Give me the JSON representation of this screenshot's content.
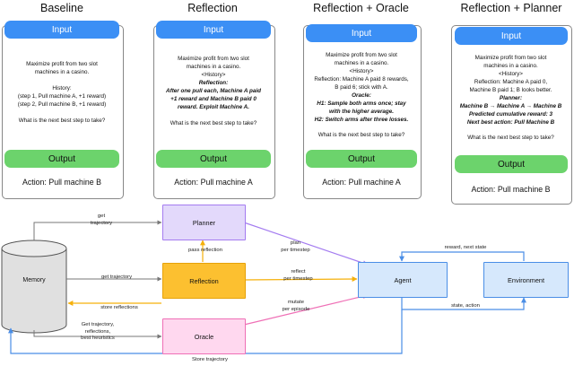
{
  "columns": [
    {
      "title": "Baseline",
      "input_label": "Input",
      "output_label": "Output",
      "action": "Action: Pull machine B",
      "prompt_lines": [
        {
          "text": "Maximize profit from two slot",
          "em": false
        },
        {
          "text": "machines in a casino.",
          "em": false
        },
        {
          "text": "",
          "em": false
        },
        {
          "text": "History:",
          "em": false
        },
        {
          "text": "(step 1, Pull machine A,  +1 reward)",
          "em": false
        },
        {
          "text": "(step 2, Pull machine B,  +1 reward)",
          "em": false
        },
        {
          "text": "",
          "em": false
        },
        {
          "text": "What is the next best step to take?",
          "em": false
        }
      ]
    },
    {
      "title": "Reflection",
      "input_label": "Input",
      "output_label": "Output",
      "action": "Action: Pull machine A",
      "prompt_lines": [
        {
          "text": "Maximize profit from two slot",
          "em": false
        },
        {
          "text": "machines in a casino.",
          "em": false
        },
        {
          "text": "<History>",
          "em": false
        },
        {
          "text": "Reflection:",
          "em": true
        },
        {
          "text": "After one pull each, Machine A paid",
          "em": true
        },
        {
          "text": "+1 reward and Machine B paid 0",
          "em": true
        },
        {
          "text": "reward. Exploit Machine A.",
          "em": true
        },
        {
          "text": "",
          "em": false
        },
        {
          "text": "What is the next best step to take?",
          "em": false
        }
      ]
    },
    {
      "title": "Reflection + Oracle",
      "input_label": "Input",
      "output_label": "Output",
      "action": "Action: Pull machine A",
      "prompt_lines": [
        {
          "text": "Maximize profit from two slot",
          "em": false
        },
        {
          "text": "machines in a casino.",
          "em": false
        },
        {
          "text": "<History>",
          "em": false
        },
        {
          "text": "Reflection: Machine A paid 8 rewards,",
          "em": false
        },
        {
          "text": "B paid 6; stick with A.",
          "em": false
        },
        {
          "text": "Oracle:",
          "em": true
        },
        {
          "text": "H1: Sample both arms once; stay",
          "em": true
        },
        {
          "text": "with the higher average.",
          "em": true
        },
        {
          "text": "H2: Switch arms after three losses.",
          "em": true
        },
        {
          "text": "",
          "em": false
        },
        {
          "text": "What is the next best step to take?",
          "em": false
        }
      ]
    },
    {
      "title": "Reflection + Planner",
      "input_label": "Input",
      "output_label": "Output",
      "action": "Action: Pull machine B",
      "prompt_lines": [
        {
          "text": "Maximize profit from two slot",
          "em": false
        },
        {
          "text": "machines in a casino.",
          "em": false
        },
        {
          "text": "<History>",
          "em": false
        },
        {
          "text": "Reflection: Machine A paid 0,",
          "em": false
        },
        {
          "text": "Machine B paid 1; B looks better.",
          "em": false
        },
        {
          "text": "Planner:",
          "em": true
        },
        {
          "text": "Machine B → Machine A → Machine B",
          "em": true
        },
        {
          "text": "Predicted cumulative reward: 3",
          "em": true
        },
        {
          "text": "Next best action: Pull Machine B",
          "em": true
        },
        {
          "text": "",
          "em": false
        },
        {
          "text": "What is the next best step to take?",
          "em": false
        }
      ]
    }
  ],
  "nodes": {
    "memory": "Memory",
    "planner": "Planner",
    "reflection": "Reflection",
    "oracle": "Oracle",
    "agent": "Agent",
    "environment": "Environment"
  },
  "edge_labels": {
    "get_trajectory_top": "get\ntrajectory",
    "get_trajectory_mid": "get trajectory",
    "store_reflections": "store reflections",
    "get_trajectory_reflections": "Get trajectory,\nreflections,\nbest heuristics",
    "pass_reflection": "pass reflection",
    "plan_per_timestep": "plan\nper timestep",
    "reflect_per_timestep": "reflect\nper timestep",
    "mutate_per_episode": "mutate\nper episode",
    "reward_next_state": "reward, next state",
    "state_action": "state, action",
    "store_trajectory": "Store trajectory"
  },
  "colors": {
    "input": "#3b8ff5",
    "output": "#6cd36c",
    "planner": "#a47cf0",
    "reflection": "#f5b00a",
    "oracle": "#ef70b6",
    "agent": "#4a8ee6"
  }
}
